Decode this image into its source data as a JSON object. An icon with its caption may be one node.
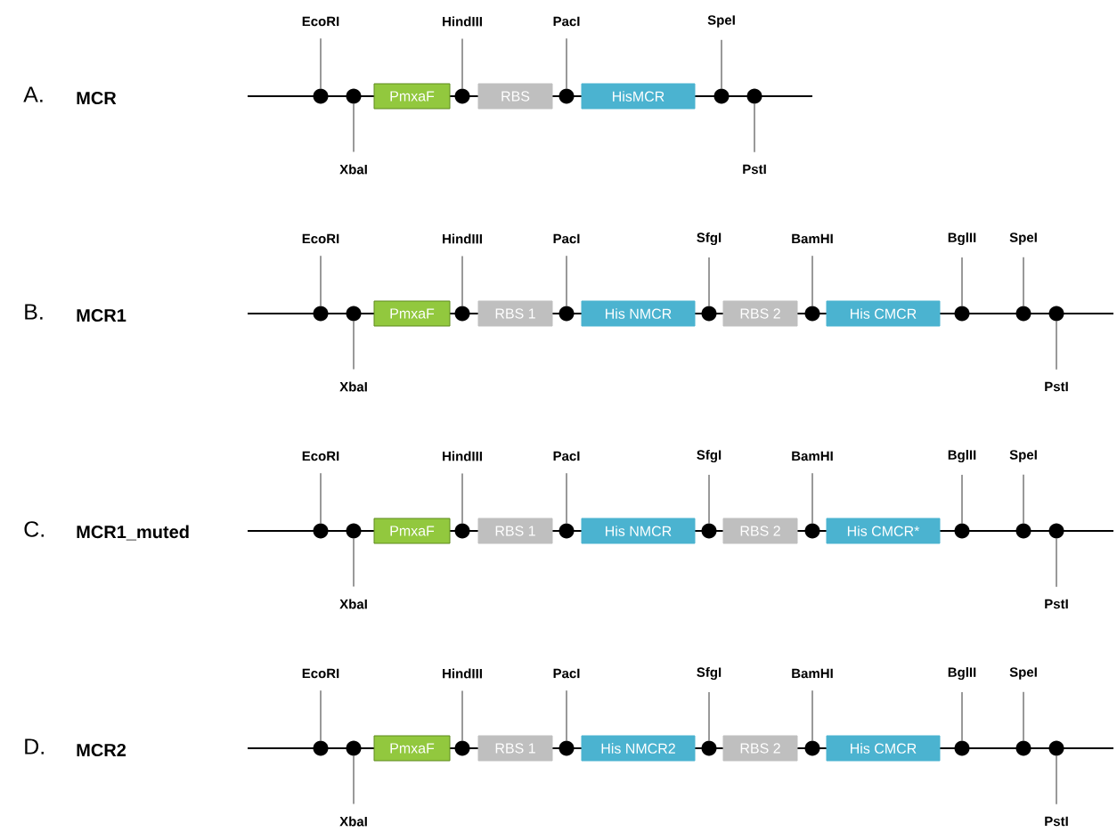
{
  "diagram": {
    "nodes": [
      {
        "text": [
          "EcoRI"
        ]
      },
      {
        "text": [],
        "shape": "circle"
      },
      {
        "text": [
          "XbaI"
        ]
      },
      {
        "text": [],
        "shape": "circle"
      },
      {
        "text": [
          "PmxaF"
        ]
      },
      {
        "text": [
          "HindIII"
        ]
      },
      {
        "text": [],
        "shape": "circle"
      },
      {
        "text": [
          "RBS"
        ]
      },
      {
        "text": [
          "PacI"
        ]
      },
      {
        "text": [],
        "shape": "circle"
      },
      {
        "text": [
          "HisMCR"
        ]
      },
      {
        "text": [
          "SpeI"
        ]
      },
      {
        "text": [],
        "shape": "circle"
      },
      {
        "text": [
          "PstI"
        ]
      },
      {
        "text": [],
        "shape": "circle"
      },
      {
        "text": [
          "EcoRI"
        ]
      },
      {
        "text": [],
        "shape": "circle"
      },
      {
        "text": [
          "XbaI"
        ]
      },
      {
        "text": [],
        "shape": "circle"
      },
      {
        "text": [
          "PmxaF"
        ]
      },
      {
        "text": [
          "HindIII"
        ]
      },
      {
        "text": [],
        "shape": "circle"
      },
      {
        "text": [
          "RBS 1"
        ]
      },
      {
        "text": [
          "PacI"
        ]
      },
      {
        "text": [],
        "shape": "circle"
      },
      {
        "text": [
          "His NMCR"
        ]
      },
      {
        "text": [
          "SfgI"
        ]
      },
      {
        "text": [],
        "shape": "circle"
      },
      {
        "text": [
          "RBS 2"
        ]
      },
      {
        "text": [
          "BamHI"
        ]
      },
      {
        "text": [],
        "shape": "circle"
      },
      {
        "text": [
          "His CMCR"
        ]
      },
      {
        "text": [
          "BglII"
        ]
      },
      {
        "text": [],
        "shape": "circle"
      },
      {
        "text": [
          "SpeI"
        ]
      },
      {
        "text": [],
        "shape": "circle"
      },
      {
        "text": [
          "PstI"
        ]
      },
      {
        "text": [],
        "shape": "circle"
      },
      {
        "text": [
          "EcoRI"
        ]
      },
      {
        "text": [],
        "shape": "circle"
      },
      {
        "text": [
          "XbaI"
        ]
      },
      {
        "text": [],
        "shape": "circle"
      },
      {
        "text": [
          "PmxaF"
        ]
      },
      {
        "text": [
          "HindIII"
        ]
      },
      {
        "text": [],
        "shape": "circle"
      },
      {
        "text": [
          "RBS 1"
        ]
      },
      {
        "text": [
          "PacI"
        ]
      },
      {
        "text": [],
        "shape": "circle"
      },
      {
        "text": [
          "His NMCR"
        ]
      },
      {
        "text": [
          "SfgI"
        ]
      },
      {
        "text": [],
        "shape": "circle"
      },
      {
        "text": [
          "RBS 2"
        ]
      },
      {
        "text": [
          "BamHI"
        ]
      },
      {
        "text": [],
        "shape": "circle"
      },
      {
        "text": [
          "His CMCR*"
        ]
      },
      {
        "text": [
          "BglII"
        ]
      },
      {
        "text": [],
        "shape": "circle"
      },
      {
        "text": [
          "SpeI"
        ]
      },
      {
        "text": [],
        "shape": "circle"
      },
      {
        "text": [
          "PstI"
        ]
      },
      {
        "text": [],
        "shape": "circle"
      },
      {
        "text": [
          "EcoRI"
        ]
      },
      {
        "text": [],
        "shape": "circle"
      },
      {
        "text": [
          "XbaI"
        ]
      },
      {
        "text": [],
        "shape": "circle"
      },
      {
        "text": [
          "PmxaF"
        ]
      },
      {
        "text": [
          "HindIII"
        ]
      },
      {
        "text": [],
        "shape": "circle"
      },
      {
        "text": [
          "RBS 1"
        ]
      },
      {
        "text": [
          "PacI"
        ]
      },
      {
        "text": [],
        "shape": "circle"
      },
      {
        "text": [
          "His NMCR2"
        ]
      },
      {
        "text": [
          "SfgI"
        ]
      },
      {
        "text": [],
        "shape": "circle"
      },
      {
        "text": [
          "RBS 2"
        ]
      },
      {
        "text": [
          "BamHI"
        ]
      },
      {
        "text": [],
        "shape": "circle"
      },
      {
        "text": [
          "His CMCR"
        ]
      },
      {
        "text": [
          "BglII"
        ]
      },
      {
        "text": [],
        "shape": "circle"
      },
      {
        "text": [
          "SpeI"
        ]
      },
      {
        "text": [],
        "shape": "circle"
      },
      {
        "text": [
          "PstI"
        ]
      },
      {
        "text": [],
        "shape": "circle"
      }
    ],
    "edges": [
      {
        "from": 0,
        "to": 1,
        "arrow": "none"
      },
      {
        "from": 2,
        "to": 3,
        "arrow": "none"
      },
      {
        "from": 5,
        "to": 6,
        "arrow": "none"
      },
      {
        "from": 8,
        "to": 9,
        "arrow": "none"
      },
      {
        "from": 11,
        "to": 12,
        "arrow": "none"
      },
      {
        "from": 13,
        "to": 14,
        "arrow": "none"
      },
      {
        "from": 15,
        "to": 16,
        "arrow": "none"
      },
      {
        "from": 17,
        "to": 18,
        "arrow": "none"
      },
      {
        "from": 20,
        "to": 21,
        "arrow": "none"
      },
      {
        "from": 23,
        "to": 24,
        "arrow": "none"
      },
      {
        "from": 26,
        "to": 27,
        "arrow": "none"
      },
      {
        "from": 29,
        "to": 30,
        "arrow": "none"
      },
      {
        "from": 32,
        "to": 33,
        "arrow": "none"
      },
      {
        "from": 34,
        "to": 35,
        "arrow": "none"
      },
      {
        "from": 36,
        "to": 37,
        "arrow": "none"
      },
      {
        "from": 38,
        "to": 39,
        "arrow": "none"
      },
      {
        "from": 40,
        "to": 41,
        "arrow": "none"
      },
      {
        "from": 43,
        "to": 44,
        "arrow": "none"
      },
      {
        "from": 46,
        "to": 47,
        "arrow": "none"
      },
      {
        "from": 49,
        "to": 50,
        "arrow": "none"
      },
      {
        "from": 52,
        "to": 53,
        "arrow": "none"
      },
      {
        "from": 55,
        "to": 56,
        "arrow": "none"
      },
      {
        "from": 57,
        "to": 58,
        "arrow": "none"
      },
      {
        "from": 59,
        "to": 60,
        "arrow": "none"
      },
      {
        "from": 61,
        "to": 62,
        "arrow": "none"
      },
      {
        "from": 63,
        "to": 64,
        "arrow": "none"
      },
      {
        "from": 66,
        "to": 67,
        "arrow": "none"
      },
      {
        "from": 69,
        "to": 70,
        "arrow": "none"
      },
      {
        "from": 72,
        "to": 73,
        "arrow": "none"
      },
      {
        "from": 75,
        "to": 76,
        "arrow": "none"
      },
      {
        "from": 78,
        "to": 79,
        "arrow": "none"
      },
      {
        "from": 80,
        "to": 81,
        "arrow": "none"
      },
      {
        "from": 82,
        "to": 83,
        "arrow": "none"
      }
    ],
    "labels": [
      "A.",
      "MCR",
      "B.",
      "MCR1",
      "C.",
      "MCR1_muted",
      "D.",
      "MCR2"
    ]
  }
}
